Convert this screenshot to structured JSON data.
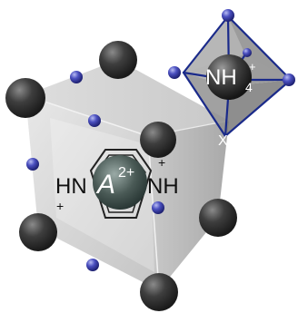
{
  "labels": {
    "ring_cation_letter": "A",
    "ring_cation_charge": "2+",
    "left_amine": "HN",
    "right_amine": "NH",
    "left_amine_charge": "+",
    "right_amine_charge": "+",
    "ammonium_main": "NH",
    "ammonium_subscript": "4",
    "ammonium_charge": "+",
    "x_site": "X"
  },
  "colors": {
    "cube_front": "#d9d9d9",
    "cube_top": "#cfcfcf",
    "cube_side": "#bdbdbd",
    "dark_atom": "#3a3a3a",
    "small_atom": "#3b3fa8",
    "center_cation": "#4a5a56",
    "octahedron_face": "#8f8f8f",
    "bond": "#1a2a8a"
  }
}
